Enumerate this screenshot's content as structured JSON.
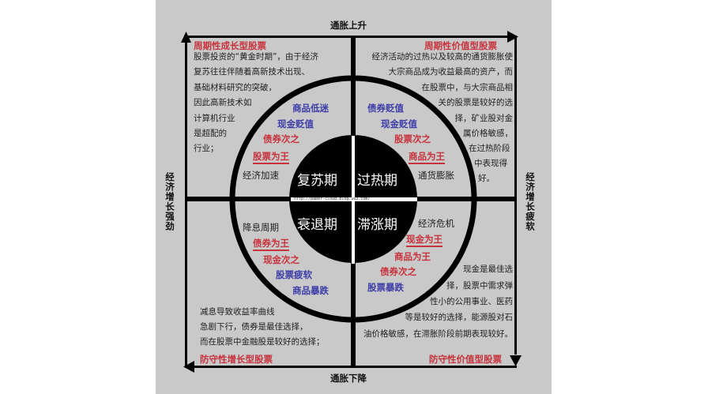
{
  "axes": {
    "top": "通胀上升",
    "bottom": "通胀下降",
    "left": "经济增长强劲",
    "right": "经济增长疲软"
  },
  "url": "http://paper-cloud.blog.163.com/",
  "phases": {
    "recovery": "复苏期",
    "overheat": "过热期",
    "recession": "衰退期",
    "stagflation": "滞涨期"
  },
  "quadrants": {
    "top_left": {
      "title": "周期性成长型股票",
      "lines": [
        "股票投资的“黄金时期”，由于经济",
        "复苏往往伴随着高新技术出现、",
        "基础材料研究的突破，",
        "因此高新技术如",
        "计算机行业",
        "是超配的",
        "行业；"
      ],
      "ranks": [
        "商品低迷",
        "现金贬值",
        "债券次之",
        "股票为王"
      ],
      "state": "经济加速"
    },
    "top_right": {
      "title": "周期性价值型股票",
      "lines": [
        "经济活动的过热以及较高的通货膨胀使",
        "大宗商品成为收益最高的资产，而",
        "在股票中，与大宗商品相",
        "关的股票是较好的选",
        "择，矿业股对金",
        "属价格敏感，",
        "在过热阶段",
        "中表现得",
        "好。"
      ],
      "ranks": [
        "债券贬值",
        "现金贬值",
        "股票次之",
        "商品为王"
      ],
      "state": "通货膨胀"
    },
    "bottom_left": {
      "title": "防守性增长型股票",
      "lines": [
        "减息导致收益率曲线",
        "急剧下行，债券是最佳选择，",
        "而在股票中金融股是较好的选择；"
      ],
      "ranks": [
        "债券为王",
        "现金次之",
        "股票疲软",
        "商品暴跌"
      ],
      "state": "降息周期"
    },
    "bottom_right": {
      "title": "防守性价值型股票",
      "lines": [
        "现金是最佳选",
        "择，股票中需求弹",
        "性小的公用事业、医药",
        "等是较好的选择，能源股对石",
        "油价格敏感，在滞胀阶段前期表现较好。"
      ],
      "ranks": [
        "现金为王",
        "商品为王",
        "债券次之",
        "股票暴跌"
      ],
      "state": "经济危机"
    }
  },
  "colors": {
    "background": "#c9c9c9",
    "red": "#c8323c",
    "blue": "#3c3ca8",
    "ring": "#000000"
  }
}
